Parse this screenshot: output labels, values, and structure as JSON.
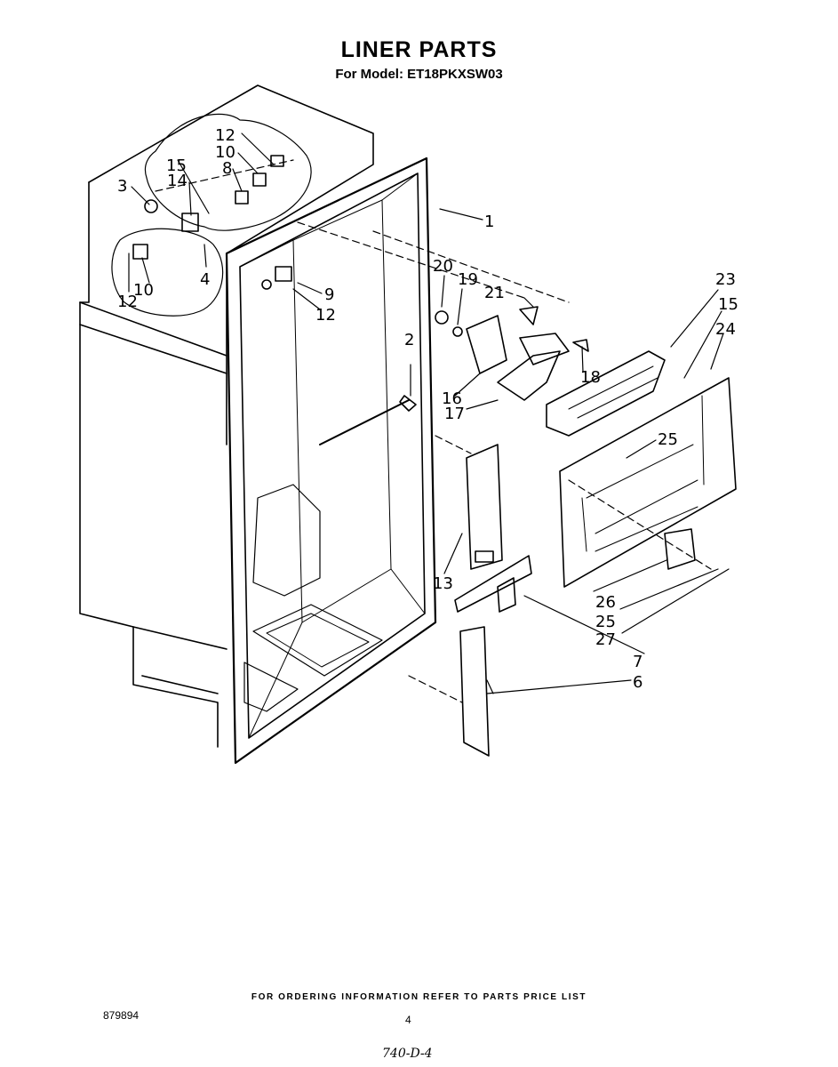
{
  "header": {
    "title": "LINER PARTS",
    "subtitle": "For Model: ET18PKXSW03"
  },
  "diagram": {
    "callouts": [
      {
        "id": "c1",
        "label": "1"
      },
      {
        "id": "c2",
        "label": "2"
      },
      {
        "id": "c3",
        "label": "3"
      },
      {
        "id": "c4",
        "label": "4"
      },
      {
        "id": "c6",
        "label": "6"
      },
      {
        "id": "c7",
        "label": "7"
      },
      {
        "id": "c8",
        "label": "8"
      },
      {
        "id": "c9",
        "label": "9"
      },
      {
        "id": "c10a",
        "label": "10"
      },
      {
        "id": "c10b",
        "label": "10"
      },
      {
        "id": "c12a",
        "label": "12"
      },
      {
        "id": "c12b",
        "label": "12"
      },
      {
        "id": "c12c",
        "label": "12"
      },
      {
        "id": "c13",
        "label": "13"
      },
      {
        "id": "c14",
        "label": "14"
      },
      {
        "id": "c15a",
        "label": "15"
      },
      {
        "id": "c15b",
        "label": "15"
      },
      {
        "id": "c16",
        "label": "16"
      },
      {
        "id": "c17",
        "label": "17"
      },
      {
        "id": "c18",
        "label": "18"
      },
      {
        "id": "c19",
        "label": "19"
      },
      {
        "id": "c20",
        "label": "20"
      },
      {
        "id": "c21",
        "label": "21"
      },
      {
        "id": "c23",
        "label": "23"
      },
      {
        "id": "c24",
        "label": "24"
      },
      {
        "id": "c25a",
        "label": "25"
      },
      {
        "id": "c25b",
        "label": "25"
      },
      {
        "id": "c26",
        "label": "26"
      },
      {
        "id": "c27",
        "label": "27"
      }
    ]
  },
  "footer": {
    "ordering_note": "FOR ORDERING INFORMATION REFER TO PARTS PRICE LIST",
    "doc_number": "879894",
    "page_number": "4",
    "handwritten": "740-D-4"
  }
}
